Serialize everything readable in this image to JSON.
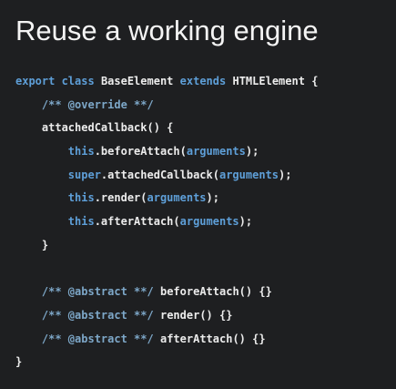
{
  "slide": {
    "title": "Reuse a working engine"
  },
  "code": {
    "l1": {
      "kw1": "export class",
      "name": "BaseElement",
      "kw2": "extends",
      "base": "HTMLElement",
      "brace": "{"
    },
    "l2": {
      "comment": "/** @override **/"
    },
    "l3": {
      "text": "attachedCallback() {"
    },
    "l4": {
      "kw": "this",
      "text1": ".beforeAttach(",
      "arg": "arguments",
      "text2": ");"
    },
    "l5": {
      "kw": "super",
      "text1": ".attachedCallback(",
      "arg": "arguments",
      "text2": ");"
    },
    "l6": {
      "kw": "this",
      "text1": ".render(",
      "arg": "arguments",
      "text2": ");"
    },
    "l7": {
      "kw": "this",
      "text1": ".afterAttach(",
      "arg": "arguments",
      "text2": ");"
    },
    "l8": {
      "text": "}"
    },
    "l10": {
      "comment": "/** @abstract **/",
      "text": "beforeAttach() {}"
    },
    "l11": {
      "comment": "/** @abstract **/",
      "text": "render() {}"
    },
    "l12": {
      "comment": "/** @abstract **/",
      "text": "afterAttach() {}"
    },
    "l13": {
      "text": "}"
    }
  },
  "colors": {
    "background": "#1e1f21",
    "keyword": "#5e9fd8",
    "comment": "#7da7c8",
    "text": "#ececec"
  }
}
